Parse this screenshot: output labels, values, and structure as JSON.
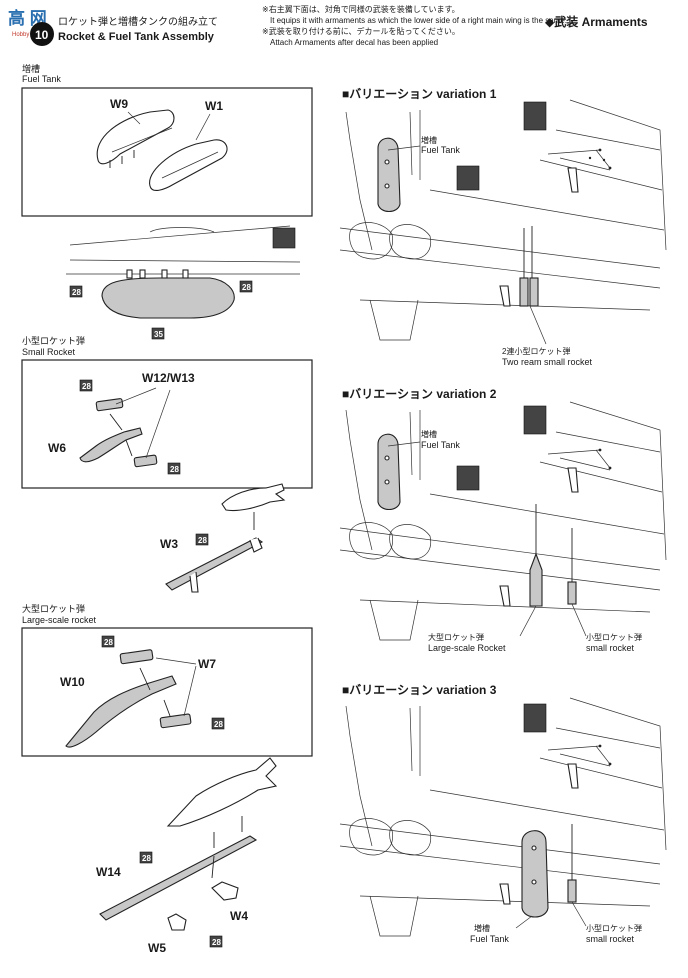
{
  "logo": {
    "text": "高 网",
    "sub": "Hobby Model"
  },
  "step": {
    "number": "10",
    "title_ja": "ロケット弾と増槽タンクの組み立て",
    "title_en": "Rocket & Fuel Tank Assembly"
  },
  "notes": {
    "line1_ja": "※右主翼下面は、対角で同様の武装を装備しています。",
    "line1_en": "It equips it with armaments as which the lower side of a right main wing is the same.",
    "line2_ja": "※武装を取り付ける前に、デカールを貼ってください。",
    "line2_en": "Attach Armaments after decal has been applied"
  },
  "armaments_heading": "◆武装 Armaments",
  "fuel_tank": {
    "label_ja": "増槽",
    "label_en": "Fuel Tank",
    "part_w9": "W9",
    "part_w1": "W1",
    "part_num": "28",
    "part_35": "35"
  },
  "small_rocket": {
    "label_ja": "小型ロケット弾",
    "label_en": "Small Rocket",
    "part_w12_w13": "W12/W13",
    "part_w6": "W6",
    "part_w3": "W3",
    "part_num": "28"
  },
  "large_rocket": {
    "label_ja": "大型ロケット弾",
    "label_en": "Large-scale rocket",
    "part_w10": "W10",
    "part_w7": "W7",
    "part_w14": "W14",
    "part_w4": "W4",
    "part_w5": "W5",
    "part_num": "28"
  },
  "variations": [
    {
      "title": "■バリエーション variation 1",
      "tank_ja": "増槽",
      "tank_en": "Fuel Tank",
      "rocket_ja": "2連小型ロケット弾",
      "rocket_en": "Two ream small rocket"
    },
    {
      "title": "■バリエーション variation 2",
      "tank_ja": "増槽",
      "tank_en": "Fuel Tank",
      "large_ja": "大型ロケット弾",
      "large_en": "Large-scale Rocket",
      "small_ja": "小型ロケット弾",
      "small_en": "small rocket"
    },
    {
      "title": "■バリエーション variation 3",
      "tank_ja": "増槽",
      "tank_en": "Fuel Tank",
      "small_ja": "小型ロケット弾",
      "small_en": "small rocket"
    }
  ]
}
